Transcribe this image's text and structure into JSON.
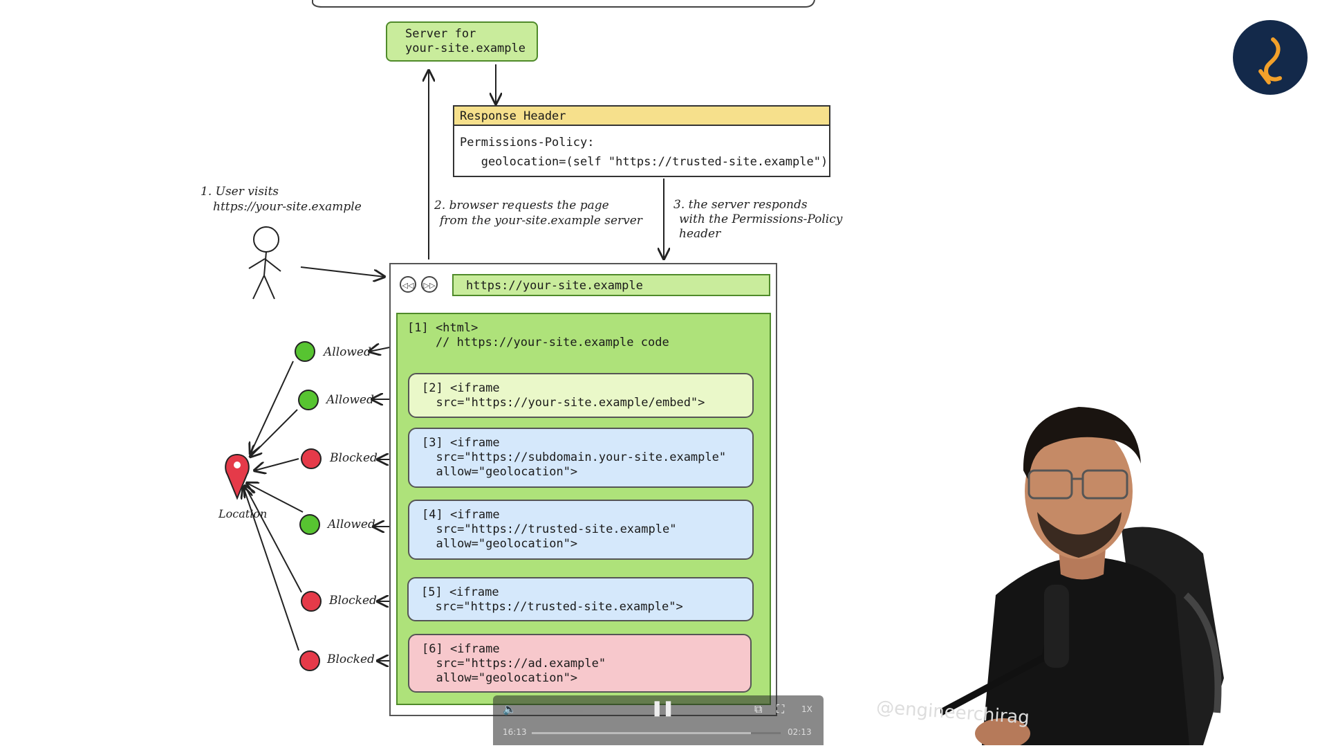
{
  "server": {
    "line1": "Server for",
    "line2": "your-site.example"
  },
  "response": {
    "header_title": "Response Header",
    "policy_line1": "Permissions-Policy:",
    "policy_line2": "   geolocation=(self \"https://trusted-site.example\")"
  },
  "steps": {
    "step1_line1": "1. User visits",
    "step1_line2": "https://your-site.example",
    "step2_line1": "2. browser requests the page",
    "step2_line2": "from the your-site.example server",
    "step3_line1": "3. the server responds",
    "step3_line2": "with the Permissions-Policy",
    "step3_line3": "header"
  },
  "browser": {
    "url": "https://your-site.example",
    "back_glyph": "◁◁",
    "forward_glyph": "▷▷"
  },
  "code": {
    "html_line1": "[1] <html>",
    "html_line2": "    // https://your-site.example code",
    "frames": [
      {
        "line1": "[2] <iframe",
        "line2": "  src=\"https://your-site.example/embed\">",
        "line3": ""
      },
      {
        "line1": "[3] <iframe",
        "line2": "  src=\"https://subdomain.your-site.example\"",
        "line3": "  allow=\"geolocation\">"
      },
      {
        "line1": "[4] <iframe",
        "line2": "  src=\"https://trusted-site.example\"",
        "line3": "  allow=\"geolocation\">"
      },
      {
        "line1": "[5] <iframe",
        "line2": "  src=\"https://trusted-site.example\">",
        "line3": ""
      },
      {
        "line1": "[6] <iframe",
        "line2": "  src=\"https://ad.example\"",
        "line3": "  allow=\"geolocation\">"
      }
    ]
  },
  "statuses": [
    "Allowed",
    "Allowed",
    "Blocked",
    "Allowed",
    "Blocked",
    "Blocked"
  ],
  "location_label": "Location",
  "presenter": {
    "shirt_text": "@engineerchirag"
  },
  "video": {
    "current_time": "16:13",
    "remaining_time": "02:13",
    "speed": "1X"
  },
  "colors": {
    "allowed": "#57c431",
    "blocked": "#e53a49",
    "page_green": "#aee27a",
    "frame_blue": "#d5e8fb",
    "frame_pink": "#f7c8cc",
    "header_yellow": "#f6e08c"
  }
}
